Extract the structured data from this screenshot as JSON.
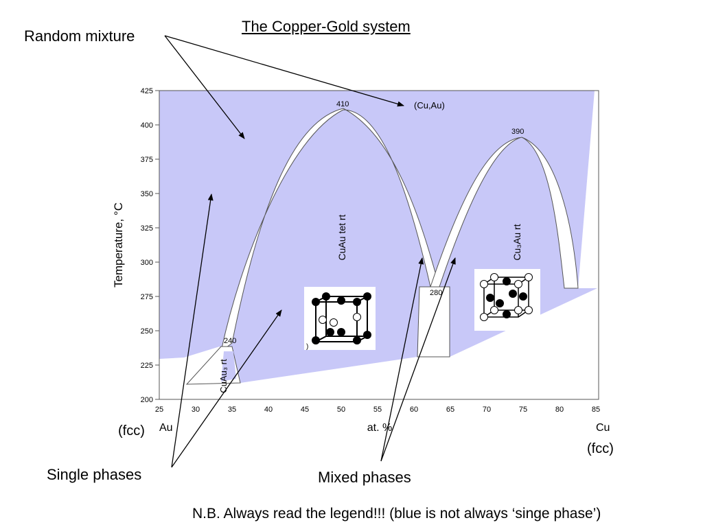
{
  "title": "The Copper-Gold system",
  "annotations": {
    "random_mixture": "Random mixture",
    "single_phases": "Single phases",
    "mixed_phases": "Mixed phases",
    "note": "N.B. Always read the legend!!! (blue is not always ‘singe  phase’)",
    "fcc_left": "(fcc)",
    "fcc_right": "(fcc)"
  },
  "phase_colors": {
    "single_phase_fill": "#c8c8f8",
    "two_phase_fill": "#ffffff"
  },
  "chart_data": {
    "type": "phase_diagram",
    "xlabel": "at. %",
    "x_end_labels": {
      "left": "Au",
      "right": "Cu"
    },
    "ylabel": "Temperature, °C",
    "xlim": [
      25,
      85
    ],
    "ylim": [
      200,
      425
    ],
    "x_ticks": [
      25,
      30,
      35,
      40,
      45,
      50,
      55,
      60,
      65,
      70,
      75,
      80,
      85
    ],
    "y_ticks": [
      200,
      225,
      250,
      275,
      300,
      325,
      350,
      375,
      400,
      425
    ],
    "phase_labels": [
      {
        "text": "(Cu,Au)",
        "x": 61.5,
        "y": 414
      },
      {
        "text": "CuAu tet rt",
        "x": 50.2,
        "y": 320,
        "rotation": -90
      },
      {
        "text": "Cu₃Au rt",
        "x": 74.3,
        "y": 315,
        "rotation": -90
      },
      {
        "text": "CuAu₃ rt",
        "x": 34.0,
        "y": 225,
        "rotation": -90
      }
    ],
    "special_points": [
      {
        "label": "410",
        "x": 50.5,
        "y": 411
      },
      {
        "label": "390",
        "x": 74.5,
        "y": 391
      },
      {
        "label": "280",
        "x": 63.0,
        "y": 281
      },
      {
        "label": "240",
        "x": 35.0,
        "y": 240
      }
    ],
    "crystal_structures": [
      {
        "name": "CuAu",
        "description": "L1o cubic cell, black and white atoms in alternating layers"
      },
      {
        "name": "Cu3Au",
        "description": "L12 cubic cell, black atoms on faces, white atoms on corners"
      }
    ]
  }
}
